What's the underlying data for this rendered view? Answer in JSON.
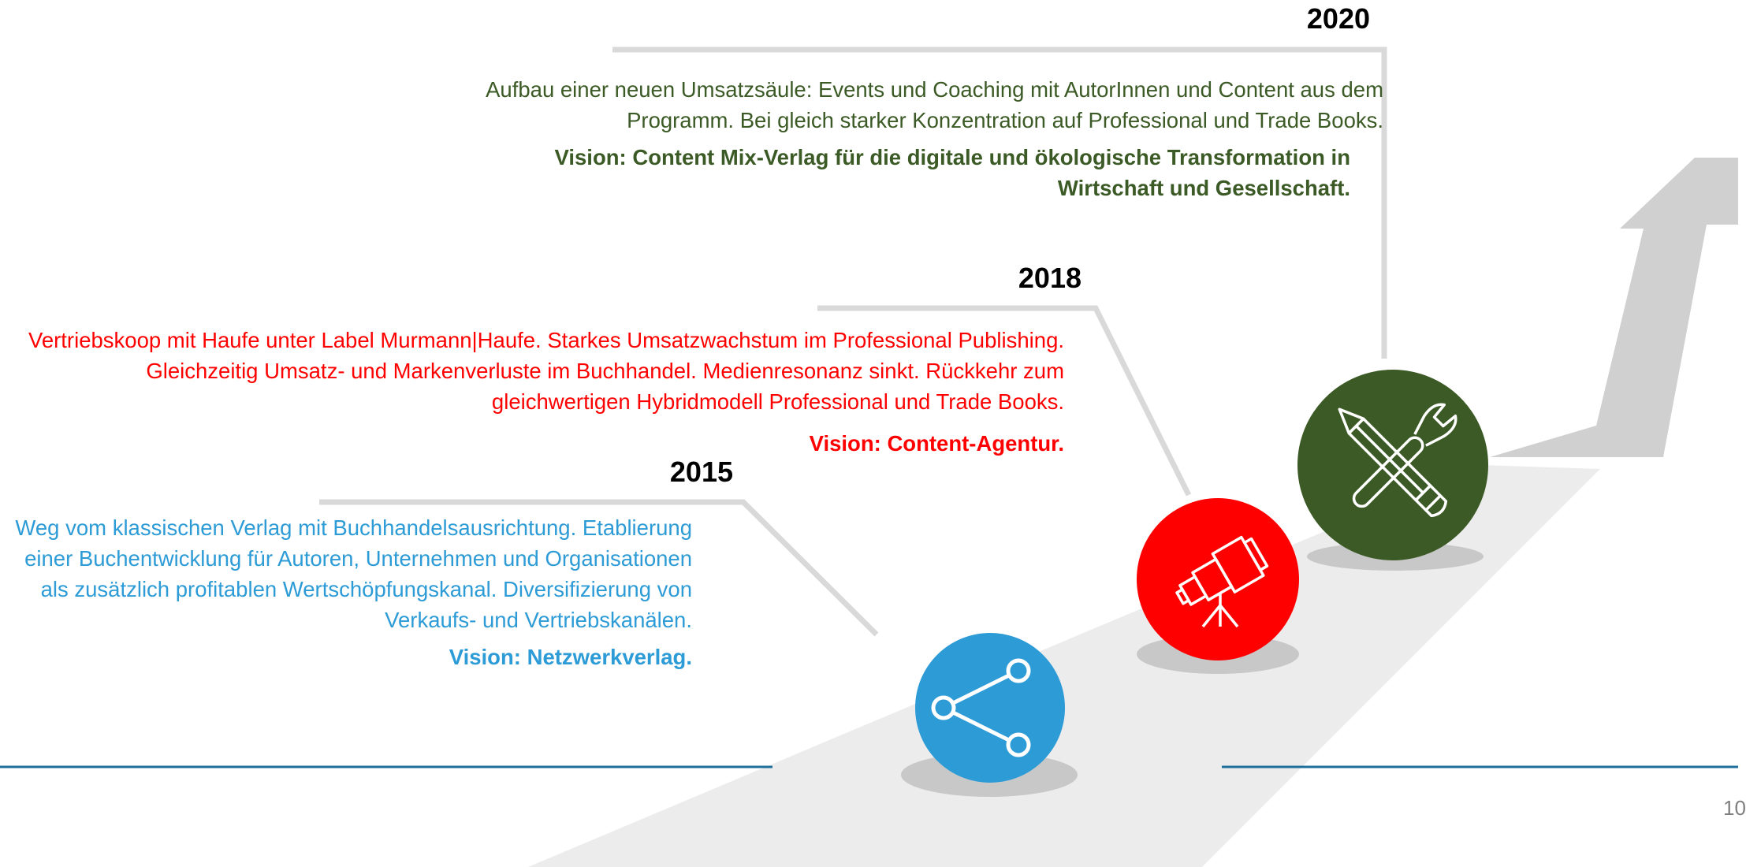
{
  "milestones": [
    {
      "year": "2015",
      "text": "Weg vom klassischen Verlag mit Buchhandelsausrichtung. Etablierung einer Buchentwicklung für Autoren, Unternehmen und Organisationen als zusätzlich profitablen Wertschöpfungskanal. Diversifizierung von Verkaufs- und Vertriebskanälen.",
      "vision": "Vision: Netzwerkverlag.",
      "color": "#2c9bd6",
      "icon": "share-icon"
    },
    {
      "year": "2018",
      "text": "Vertriebskoop mit Haufe unter Label Murmann|Haufe. Starkes Umsatzwachstum im Professional Publishing. Gleichzeitig Umsatz- und Markenverluste im Buchhandel. Medienresonanz sinkt. Rückkehr zum gleichwertigen Hybridmodell Professional und Trade Books.",
      "vision": "Vision: Content-Agentur.",
      "color": "#ff0000",
      "icon": "telescope-icon"
    },
    {
      "year": "2020",
      "text": "Aufbau einer neuen Umsatzsäule: Events und Coaching mit AutorInnen und Content aus dem Programm. Bei gleich starker Konzentration auf Professional und Trade Books.",
      "vision": "Vision: Content Mix-Verlag für die digitale und ökologische Transformation in Wirtschaft und Gesellschaft.",
      "color": "#3b5a25",
      "icon": "wrench-pencil-icon"
    }
  ],
  "page_number": "10",
  "colors": {
    "connector": "#d9d9d9",
    "road": "#ececec",
    "arrow": "#d0d0d0",
    "shadow": "#c8c8c8",
    "baseline": "#1f6f9c"
  }
}
